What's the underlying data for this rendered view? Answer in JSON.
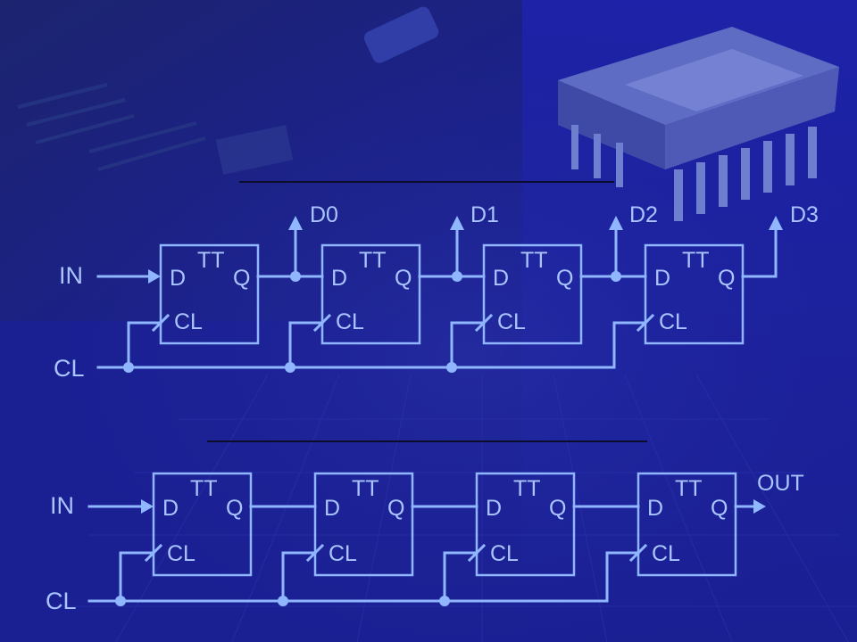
{
  "background": {
    "base_color": "#1a1f92",
    "wire_color": "#8fb6ff",
    "label_color": "#a9c4ff",
    "chip_color": "#6f7fd0"
  },
  "top_register": {
    "input_label": "IN",
    "clock_label": "CL",
    "outputs": [
      "D0",
      "D1",
      "D2",
      "D3"
    ],
    "cells": [
      {
        "type_label": "TT",
        "d_label": "D",
        "q_label": "Q",
        "clock_pin_label": "CL"
      },
      {
        "type_label": "TT",
        "d_label": "D",
        "q_label": "Q",
        "clock_pin_label": "CL"
      },
      {
        "type_label": "TT",
        "d_label": "D",
        "q_label": "Q",
        "clock_pin_label": "CL"
      },
      {
        "type_label": "TT",
        "d_label": "D",
        "q_label": "Q",
        "clock_pin_label": "CL"
      }
    ]
  },
  "bottom_register": {
    "input_label": "IN",
    "clock_label": "CL",
    "output_label": "OUT",
    "cells": [
      {
        "type_label": "TT",
        "d_label": "D",
        "q_label": "Q",
        "clock_pin_label": "CL"
      },
      {
        "type_label": "TT",
        "d_label": "D",
        "q_label": "Q",
        "clock_pin_label": "CL"
      },
      {
        "type_label": "TT",
        "d_label": "D",
        "q_label": "Q",
        "clock_pin_label": "CL"
      },
      {
        "type_label": "TT",
        "d_label": "D",
        "q_label": "Q",
        "clock_pin_label": "CL"
      }
    ]
  }
}
